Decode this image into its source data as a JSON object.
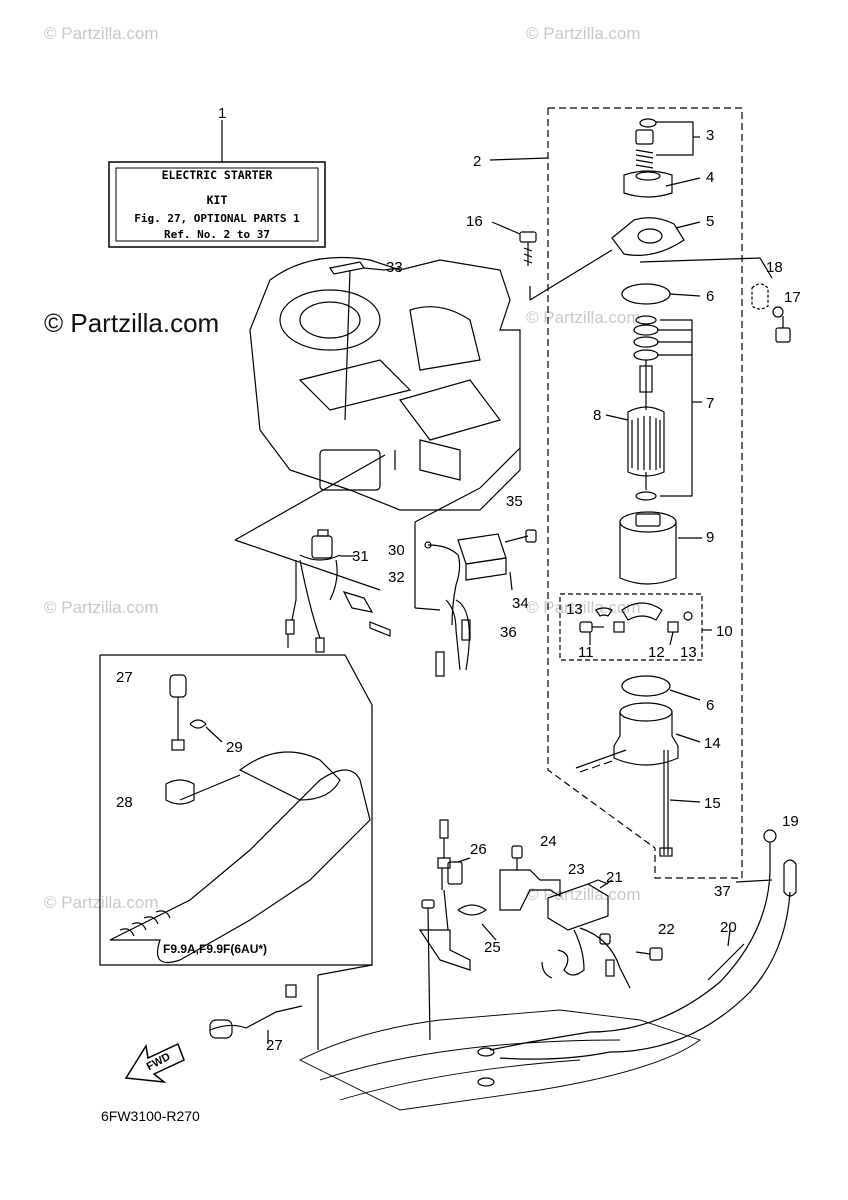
{
  "watermarks": {
    "top_left": "© Partzilla.com",
    "top_right": "© Partzilla.com",
    "main": "© Partzilla.com",
    "mid_left": "© Partzilla.com",
    "mid_right": "© Partzilla.com",
    "lower_left": "© Partzilla.com",
    "lower_right": "© Partzilla.com",
    "starter_area": "© Partzilla.com"
  },
  "kit_box": {
    "line1": "ELECTRIC STARTER",
    "line2": "KIT",
    "line3": "Fig. 27, OPTIONAL PARTS 1",
    "line4": "Ref. No. 2 to 37"
  },
  "variant_label": "F9.9A,F9.9F(6AU*)",
  "fwd_label": "FWD",
  "diagram_code": "6FW3100-R270",
  "callouts": {
    "n1": "1",
    "n2": "2",
    "n3": "3",
    "n4": "4",
    "n5": "5",
    "n6a": "6",
    "n6b": "6",
    "n7": "7",
    "n8": "8",
    "n9": "9",
    "n10": "10",
    "n11": "11",
    "n12": "12",
    "n13a": "13",
    "n13b": "13",
    "n14": "14",
    "n15": "15",
    "n16": "16",
    "n17": "17",
    "n18": "18",
    "n19": "19",
    "n20": "20",
    "n21": "21",
    "n22": "22",
    "n23": "23",
    "n24": "24",
    "n25": "25",
    "n26": "26",
    "n27a": "27",
    "n27b": "27",
    "n28": "28",
    "n29": "29",
    "n30": "30",
    "n31": "31",
    "n32": "32",
    "n33": "33",
    "n34": "34",
    "n35": "35",
    "n36": "36",
    "n37": "37"
  }
}
